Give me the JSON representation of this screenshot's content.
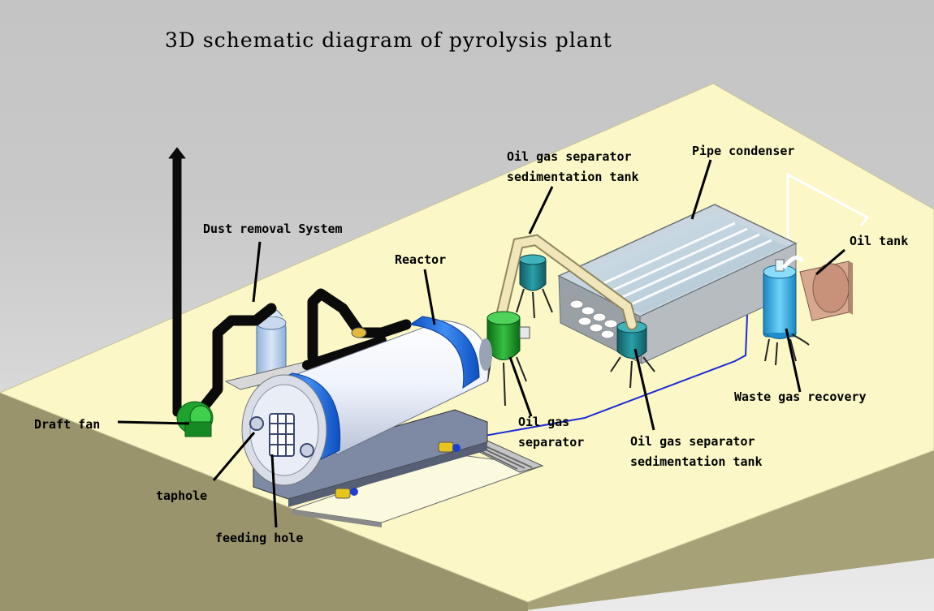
{
  "title": "3D schematic diagram of pyrolysis plant",
  "labels": {
    "dust_removal": "Dust removal System",
    "reactor": "Reactor",
    "oil_gas_sep_tank_top_line1": "Oil gas separator",
    "oil_gas_sep_tank_top_line2": "sedimentation tank",
    "pipe_condenser": "Pipe condenser",
    "oil_tank": "Oil tank",
    "draft_fan": "Draft fan",
    "oil_gas_separator_line1": "Oil gas",
    "oil_gas_separator_line2": "separator",
    "oil_gas_sep_tank_bottom_line1": "Oil gas separator",
    "oil_gas_sep_tank_bottom_line2": "sedimentation tank",
    "waste_gas_recovery": "Waste gas recovery",
    "taphole": "taphole",
    "feeding_hole": "feeding hole"
  },
  "colors": {
    "background_top": "#bdbdbd",
    "background_bottom": "#e8e8e8",
    "platform_top": "#fbf7c6",
    "platform_side": "#a9a37a",
    "reactor_body": "#eef2fb",
    "reactor_band": "#1f6fe0",
    "separator_green": "#1c9a2a",
    "tank_teal": "#1f7e86",
    "oil_tank_blue": "#35b4ea",
    "dust_collector": "#a9c4e8",
    "pipe_cream": "#f1e6b9",
    "chimney": "#0b0b0b"
  }
}
